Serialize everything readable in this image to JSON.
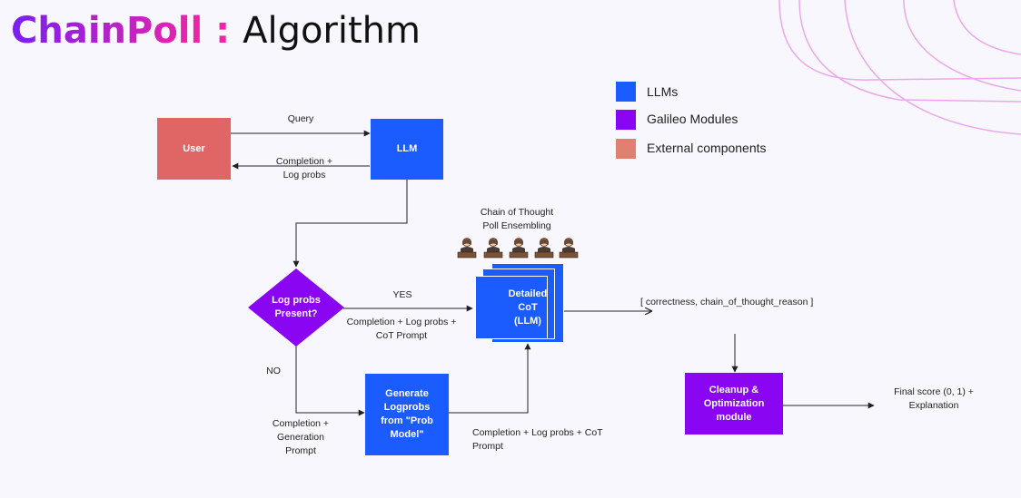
{
  "title": {
    "brand": "ChainPoll",
    "separator": " : ",
    "rest": "Algorithm"
  },
  "colors": {
    "title_gradient": [
      "#7a1ff0",
      "#f024a6"
    ],
    "llm": "#1a5cff",
    "galileo": "#8a05f2",
    "external": "#e06666",
    "external_legend": "#e08070",
    "line": "#222222",
    "deco": "#e9a6e9"
  },
  "legend": [
    {
      "label": "LLMs",
      "color": "#1a5cff"
    },
    {
      "label": "Galileo Modules",
      "color": "#8a05f2"
    },
    {
      "label": "External components",
      "color": "#e08070"
    }
  ],
  "nodes": {
    "user": "User",
    "llm": "LLM",
    "decision": "Log probs\nPresent?",
    "detailed_cot": "Detailed\nCoT\n(LLM)",
    "generate_logprobs": "Generate\nLogprobs\nfrom \"Prob\nModel\"",
    "cleanup": "Cleanup &\nOptimization\nmodule"
  },
  "edges": {
    "query": "Query",
    "completion_logprobs": "Completion +\nLog probs",
    "yes": "YES",
    "no": "NO",
    "yes_payload": "Completion + Log probs +\nCoT Prompt",
    "no_payload": "Completion +\nGeneration\nPrompt",
    "gen_payload": "Completion + Log probs + CoT\nPrompt",
    "cot_output": "[ correctness, chain_of_thought_reason ]",
    "final": "Final score (0, 1) +\nExplanation"
  },
  "ensemble": {
    "label": "Chain of Thought\nPoll Ensembling",
    "icon": "judge-icon",
    "count": 5
  }
}
